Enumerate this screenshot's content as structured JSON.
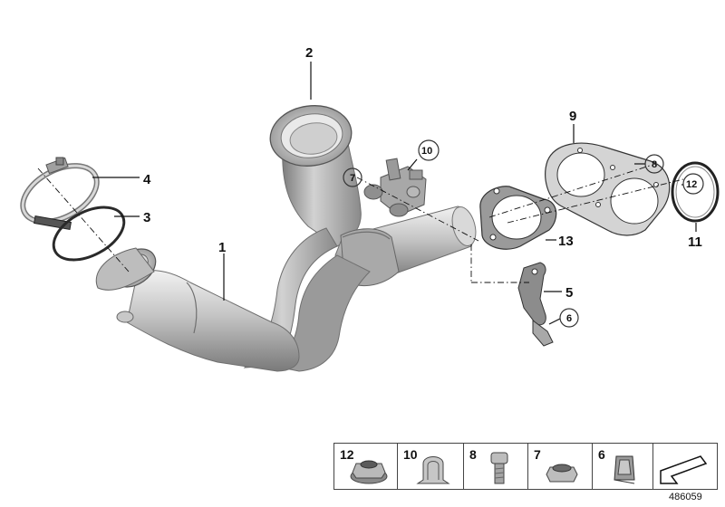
{
  "callouts": {
    "c1": "1",
    "c2": "2",
    "c3": "3",
    "c4": "4",
    "c5": "5",
    "c6": "6",
    "c7": "7",
    "c8": "8",
    "c9": "9",
    "c10": "10",
    "c11": "11",
    "c12": "12",
    "c13": "13"
  },
  "parts_strip": [
    {
      "label": "12",
      "icon": "hex-flange-nut-icon"
    },
    {
      "label": "10",
      "icon": "spring-clip-icon"
    },
    {
      "label": "8",
      "icon": "hex-socket-bolt-icon"
    },
    {
      "label": "7",
      "icon": "hex-nut-icon"
    },
    {
      "label": "6",
      "icon": "speed-nut-clip-icon"
    },
    {
      "label": "",
      "icon": "direction-arrow-icon"
    }
  ],
  "drawing_id": "486059",
  "colors": {
    "metal_light": "#e8e8e8",
    "metal_mid": "#b3b3b3",
    "metal_dark": "#707070",
    "ink": "#111111"
  }
}
